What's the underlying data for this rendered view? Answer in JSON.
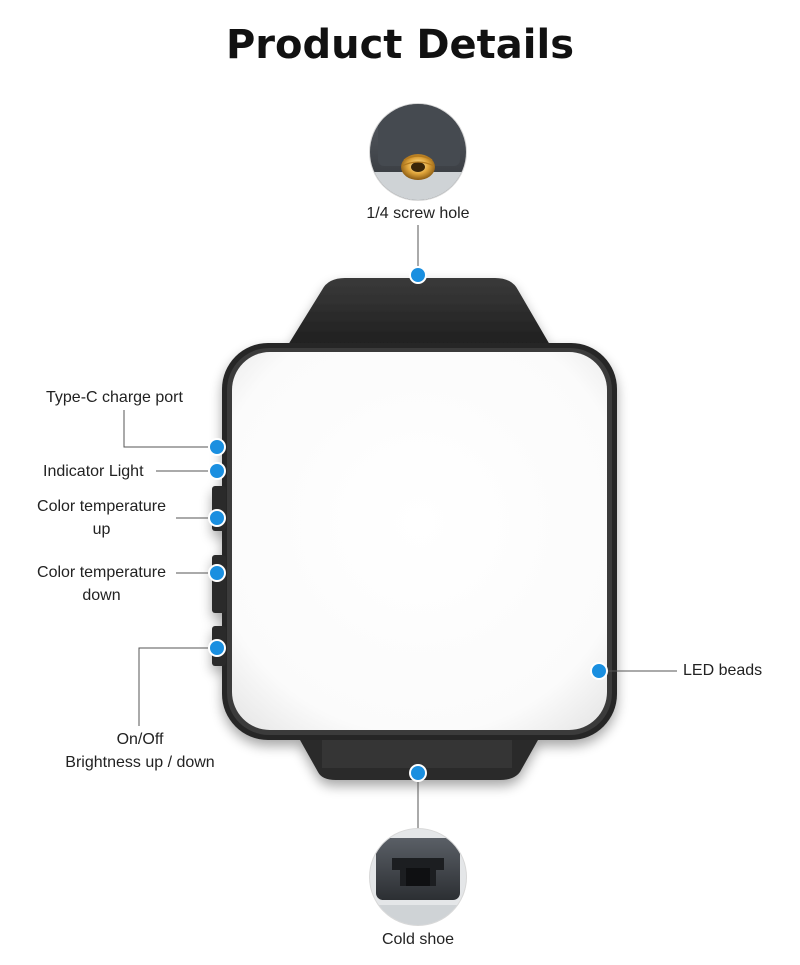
{
  "title": "Product Details",
  "labels": {
    "screw_hole": "1/4 screw hole",
    "type_c": "Type-C charge port",
    "indicator": "Indicator Light",
    "ct_up_1": "Color temperature",
    "ct_up_2": "up",
    "ct_down_1": "Color temperature",
    "ct_down_2": "down",
    "onoff_1": "On/Off",
    "onoff_2": "Brightness up / down",
    "led": "LED beads",
    "cold_shoe": "Cold shoe"
  },
  "colors": {
    "callout_dot": "#1a8fe0",
    "leader_line": "#555555",
    "body": "#2b2b2b",
    "panel": "#ffffff"
  },
  "icons": {
    "screw_hole_detail": "threaded-brass-insert",
    "cold_shoe_detail": "cold-shoe-mount"
  }
}
